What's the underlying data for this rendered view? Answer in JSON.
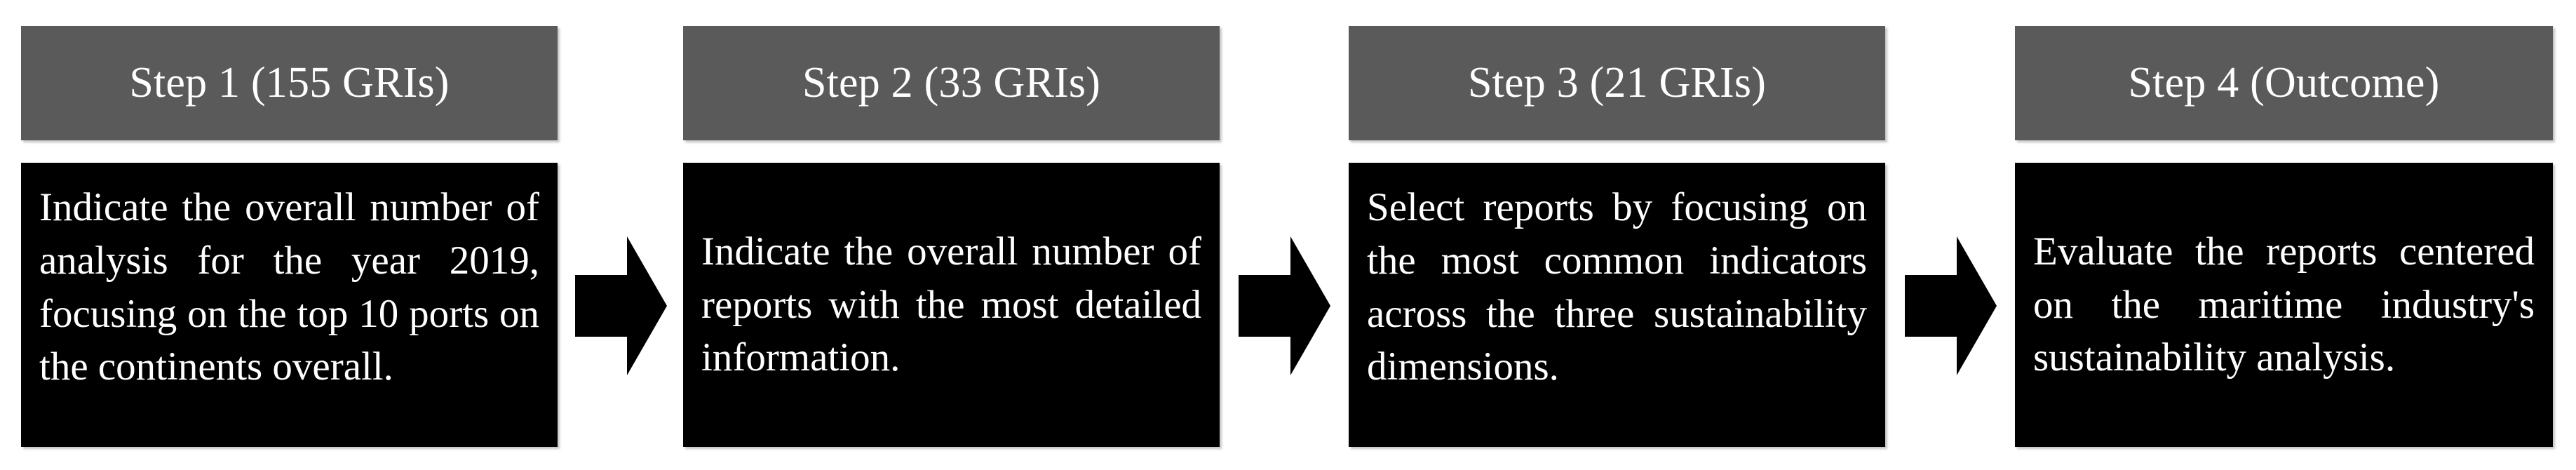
{
  "diagram": {
    "type": "process-flow",
    "orientation": "horizontal",
    "background_color": "#FFFFFF",
    "header_color": "#5A5A5A",
    "body_color": "#000000",
    "text_color": "#FFFFFF",
    "connector_color": "#000000",
    "steps": [
      {
        "id": "step-1",
        "header": "Step 1 (155 GRIs)",
        "body": "Indicate the overall number of analysis for the year 2019, focusing on the top 10 ports on the continents overall."
      },
      {
        "id": "step-2",
        "header": "Step 2 (33 GRIs)",
        "body": "Indicate the overall number of reports with the most detailed information."
      },
      {
        "id": "step-3",
        "header": "Step 3 (21 GRIs)",
        "body": "Select reports by focusing on the most common indicators across the three sustainability dimensions."
      },
      {
        "id": "step-4",
        "header": "Step 4 (Outcome)",
        "body": "Evaluate the reports centered on the maritime industry's sustainability analysis."
      }
    ],
    "connectors": [
      {
        "id": "arrow-1-2",
        "from": "step-1",
        "to": "step-2",
        "icon": "right-arrow-icon"
      },
      {
        "id": "arrow-2-3",
        "from": "step-2",
        "to": "step-3",
        "icon": "right-arrow-icon"
      },
      {
        "id": "arrow-3-4",
        "from": "step-3",
        "to": "step-4",
        "icon": "right-arrow-icon"
      }
    ]
  }
}
